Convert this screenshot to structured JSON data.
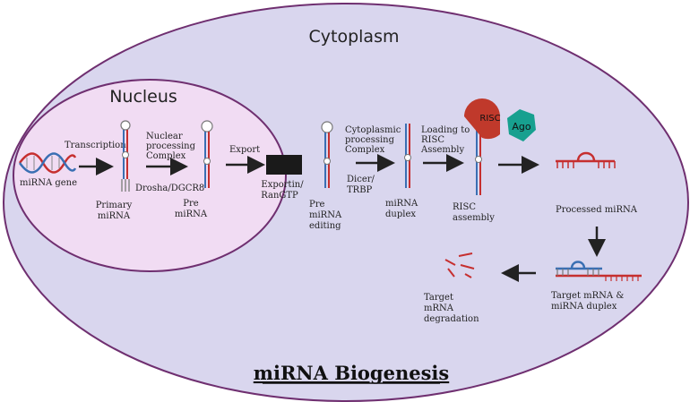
{
  "regions": {
    "cytoplasm": "Cytoplasm",
    "nucleus": "Nucleus"
  },
  "title": "miRNA Biogenesis",
  "labels": {
    "mirna_gene": "miRNA gene",
    "transcription": "Transcription",
    "primary_1": "Primary",
    "primary_2": "miRNA",
    "nuclear_1": "Nuclear",
    "nuclear_2": "processing",
    "nuclear_3": "Complex",
    "drosha": "Drosha/DGCR8",
    "pre_1": "Pre",
    "pre_2": "miRNA",
    "export": "Export",
    "exportin_1": "Exportin/",
    "exportin_2": "RanGTP",
    "pre_edit_1": "Pre",
    "pre_edit_2": "miRNA",
    "pre_edit_3": "editing",
    "cyto_1": "Cytoplasmic",
    "cyto_2": "processing",
    "cyto_3": "Complex",
    "dicer_1": "Dicer/",
    "dicer_2": "TRBP",
    "duplex_1": "miRNA",
    "duplex_2": "duplex",
    "loading_1": "Loading to",
    "loading_2": "RISC",
    "loading_3": "Assembly",
    "risc_badge": "RISC",
    "ago_badge": "Ago",
    "risc_asm_1": "RISC",
    "risc_asm_2": "assembly",
    "processed": "Processed miRNA",
    "target_dup_1": "Target mRNA &",
    "target_dup_2": "miRNA duplex",
    "degr_1": "Target",
    "degr_2": "mRNA",
    "degr_3": "degradation"
  },
  "colors": {
    "cytoplasm_fill": "#d9d6ee",
    "nucleus_fill": "#f1dcf3",
    "membrane": "#6f2f70",
    "rna_red": "#c62f2f",
    "rna_blue": "#3a6fb3",
    "risc_red": "#c0392b",
    "ago_teal": "#17a08f",
    "arrow": "#222222"
  }
}
